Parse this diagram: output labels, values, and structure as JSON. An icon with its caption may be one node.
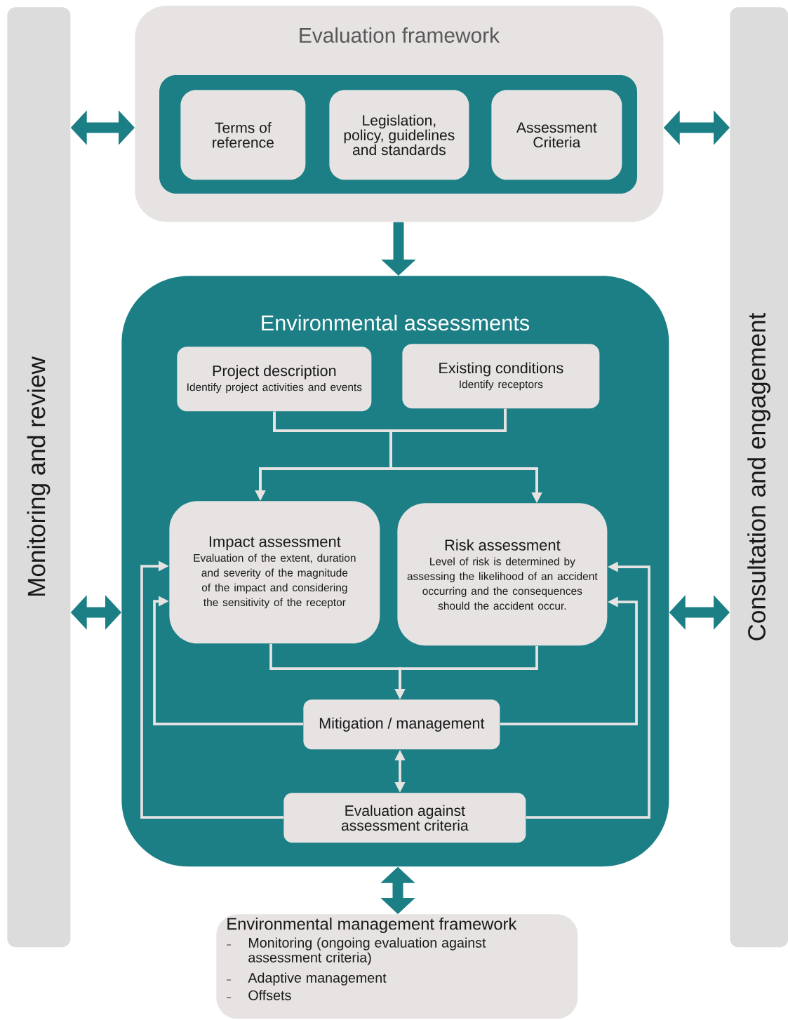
{
  "diagram": {
    "nodes": [
      {
        "text": [
          "Monitoring and review"
        ]
      },
      {
        "text": [
          "Evaluation framework"
        ]
      },
      {
        "text": [
          "Terms of reference"
        ],
        "in": 1
      },
      {
        "text": [
          "Legislation, policy, guidelines and standards"
        ],
        "in": 1
      },
      {
        "text": [
          "Assessment Criteria"
        ],
        "in": 1
      },
      {
        "text": [
          "Environmental assessments"
        ]
      },
      {
        "text": [
          "Project description",
          "Identify project activities and events"
        ],
        "in": 5
      },
      {
        "text": [
          "Existing conditions",
          "Identify receptors"
        ],
        "in": 5
      },
      {
        "text": [
          "Impact assessment",
          "Evaluation of the extent, duration and severity of the magnitude of the impact and considering the sensitivity of the receptor"
        ],
        "in": 5
      },
      {
        "text": [
          "Risk assessment",
          "Level of risk is determined by assessing the likelihood of an accident occurring and the consequences should the accident occur."
        ],
        "in": 5
      },
      {
        "text": [
          "Mitigation / management"
        ],
        "in": 5
      },
      {
        "text": [
          "Evaluation against assessment criteria"
        ],
        "in": 5
      },
      {
        "text": [
          "Environmental management framework",
          "Monitoring (ongoing evaluation against assessment criteria)",
          "Adaptive management",
          "Offsets"
        ]
      },
      {
        "text": [
          "Consultation and engagement"
        ]
      }
    ],
    "edges": [
      {
        "from": 0,
        "to": 1,
        "arrow": "both",
        "style": "thick",
        "color": "#1b7f85"
      },
      {
        "from": 1,
        "to": 13,
        "arrow": "both",
        "style": "thick",
        "color": "#1b7f85"
      },
      {
        "from": 1,
        "to": 5,
        "arrow": "to",
        "style": "thick",
        "color": "#1b7f85"
      },
      {
        "from": 0,
        "to": 5,
        "arrow": "both",
        "style": "thick",
        "color": "#1b7f85"
      },
      {
        "from": 5,
        "to": 13,
        "arrow": "both",
        "style": "thick",
        "color": "#1b7f85"
      },
      {
        "from": 5,
        "to": 12,
        "arrow": "both",
        "style": "thick",
        "color": "#1b7f85"
      },
      {
        "from": 6,
        "to": 8,
        "arrow": "to"
      },
      {
        "from": 6,
        "to": 9,
        "arrow": "to"
      },
      {
        "from": 7,
        "to": 8,
        "arrow": "to"
      },
      {
        "from": 7,
        "to": 9,
        "arrow": "to"
      },
      {
        "from": 8,
        "to": 10,
        "arrow": "to"
      },
      {
        "from": 9,
        "to": 10,
        "arrow": "to"
      },
      {
        "from": 10,
        "to": 8,
        "arrow": "to"
      },
      {
        "from": 10,
        "to": 9,
        "arrow": "to"
      },
      {
        "from": 10,
        "to": 11,
        "arrow": "both"
      },
      {
        "from": 11,
        "to": 8,
        "arrow": "to"
      },
      {
        "from": 11,
        "to": 9,
        "arrow": "to"
      }
    ]
  }
}
